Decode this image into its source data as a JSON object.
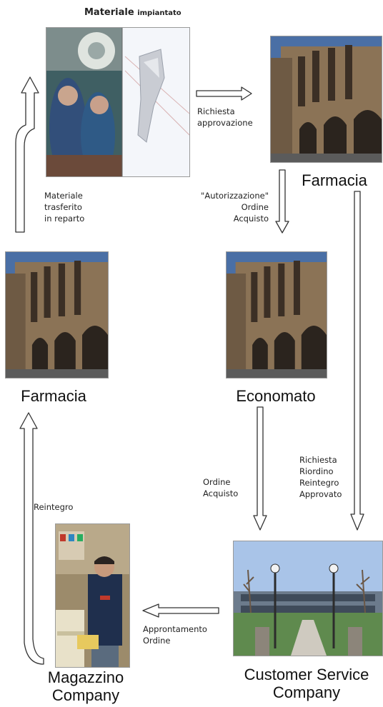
{
  "title": {
    "bold": "Materiale",
    "small": "impiantato"
  },
  "nodes": {
    "farmacia_top": "Farmacia",
    "farmacia_left": "Farmacia",
    "economato": "Economato",
    "magazzino": "Magazzino\nCompany",
    "customer_service": "Customer Service\nCompany"
  },
  "edges": {
    "richiesta_approvazione": "Richiesta\napprovazione",
    "autorizzazione": "\"Autorizzazione\"\nOrdine\nAcquisto",
    "materiale_trasferito": "Materiale\ntrasferito\nin reparto",
    "ordine_acquisto": "Ordine\nAcquisto",
    "richiesta_riordino": "Richiesta\nRiordino\nReintegro\nApprovato",
    "reintegro": "Reintegro",
    "approntamento": "Approntamento\nOrdine"
  },
  "colors": {
    "building": "#8b7356",
    "sky": "#4a6fa5",
    "arrow_stroke": "#333333"
  }
}
